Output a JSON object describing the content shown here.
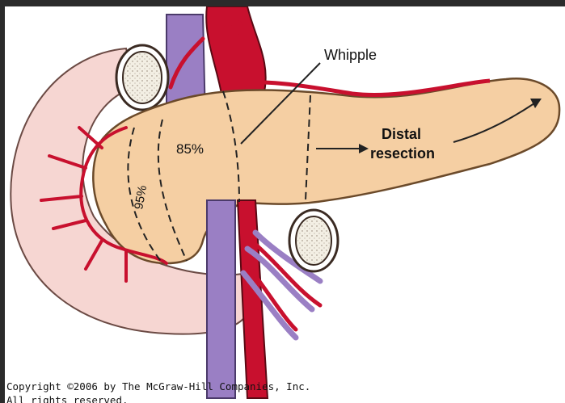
{
  "diagram": {
    "labels": {
      "whipple": "Whipple",
      "pct85": "85%",
      "pct95": "95%",
      "distal_line1": "Distal",
      "distal_line2": "resection"
    },
    "colors": {
      "pancreas": "#f5cfa3",
      "duodenum": "#f6d6d2",
      "artery": "#c8102e",
      "vein": "#9a7fc4",
      "vessel_cut": "#f3efe4"
    }
  },
  "footer": {
    "copyright_line1": "Copyright ©2006 by The McGraw-Hill Companies, Inc.",
    "copyright_line2": "All rights reserved."
  }
}
